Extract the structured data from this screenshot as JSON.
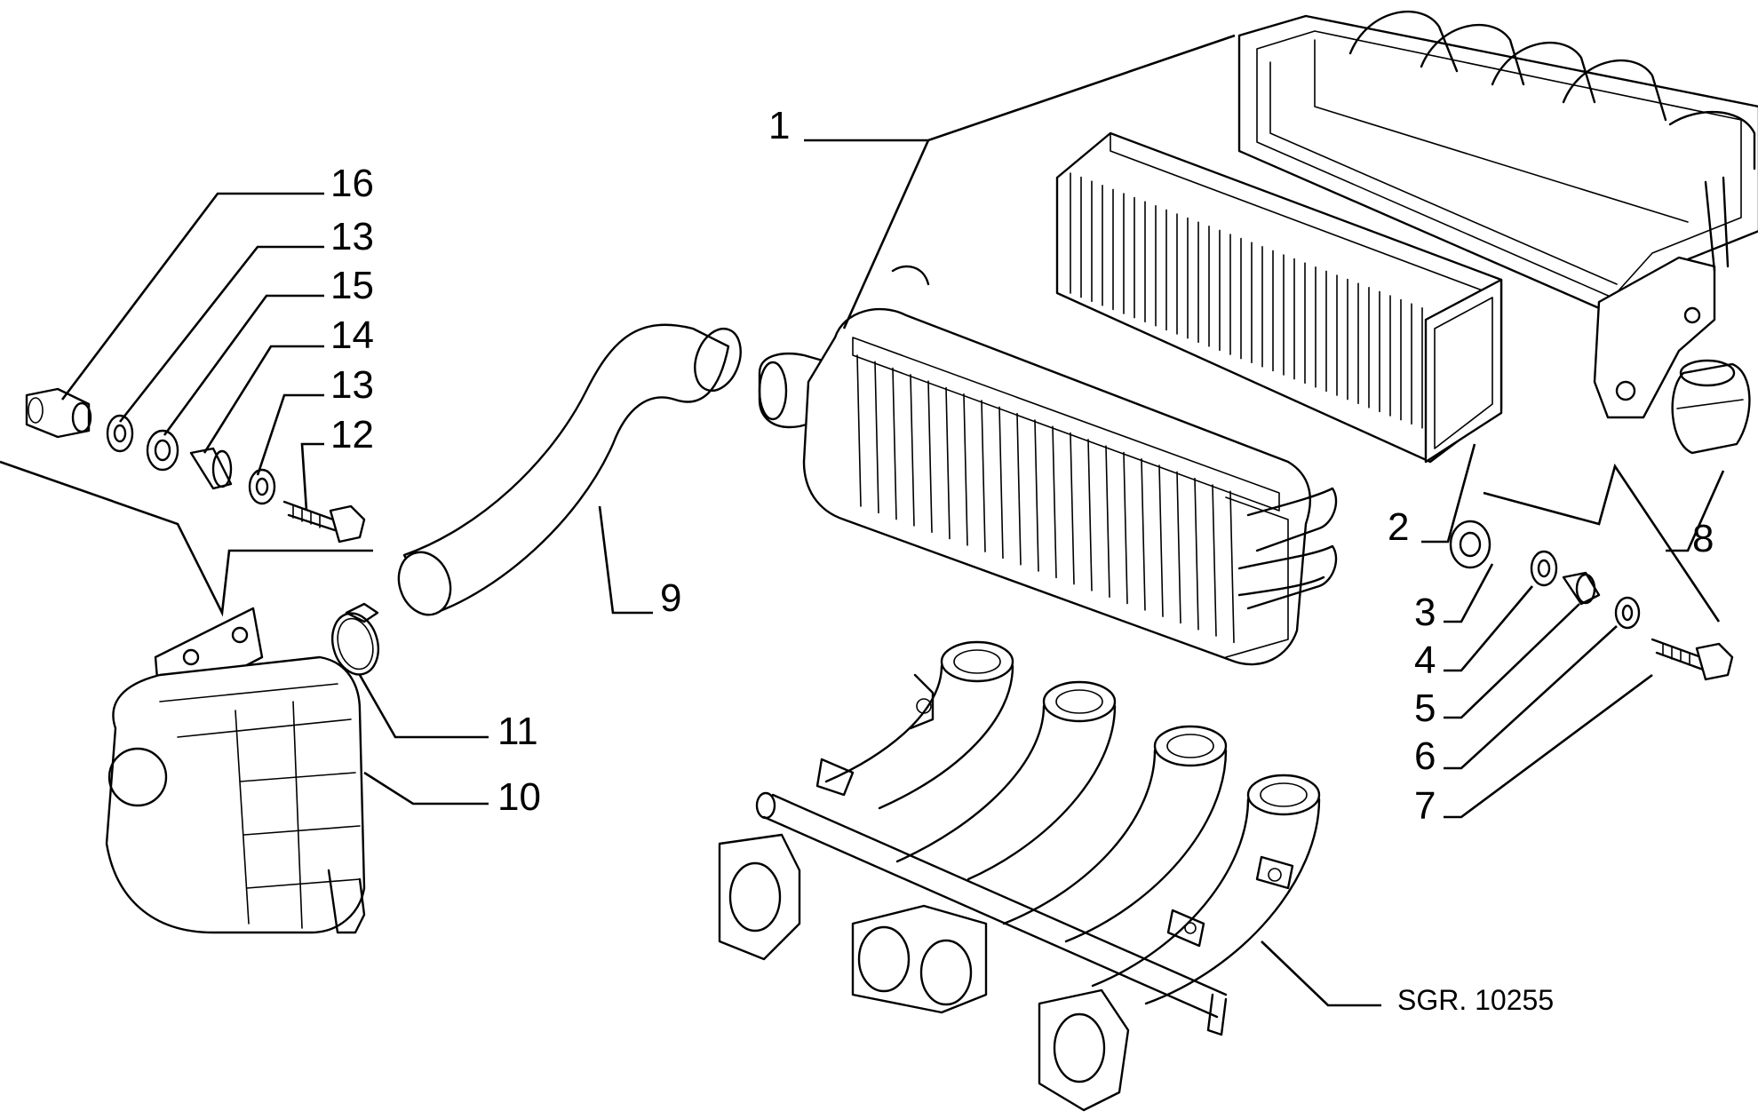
{
  "callouts": {
    "c1": "1",
    "c2": "2",
    "c3": "3",
    "c4": "4",
    "c5": "5",
    "c6": "6",
    "c7": "7",
    "c8": "8",
    "c9": "9",
    "c10": "10",
    "c11": "11",
    "c12": "12",
    "c13a": "13",
    "c13b": "13",
    "c14": "14",
    "c15": "15",
    "c16": "16"
  },
  "drawing_code": "SGR. 10255"
}
